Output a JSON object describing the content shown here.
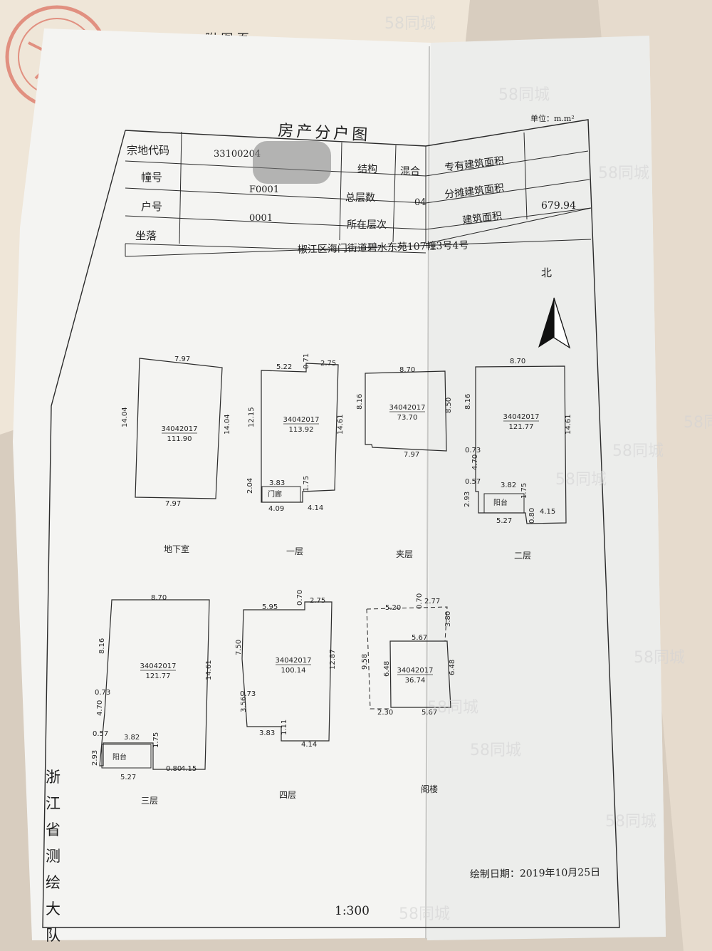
{
  "page_header": "附 图 页",
  "title": "房产分户图",
  "unit": "单位：m.m²",
  "table": {
    "land_code_label": "宗地代码",
    "land_code_value": "33100204",
    "building_label": "幢号",
    "building_value": "F0001",
    "unit_label": "户号",
    "unit_value": "0001",
    "location_label": "坐落",
    "location_value": "椒江区海门街道碧水东苑107幢3号4号",
    "structure_label": "结构",
    "structure_value": "混合",
    "total_floors_label": "总层数",
    "total_floors_value": "04",
    "floor_label": "所在层次",
    "floor_value": "",
    "private_area_label": "专有建筑面积",
    "private_area_value": "",
    "shared_area_label": "分摊建筑面积",
    "shared_area_value": "",
    "building_area_label": "建筑面积",
    "building_area_value": "679.94"
  },
  "north_label": "北",
  "floors": [
    {
      "id": "basement",
      "name": "地下室",
      "code": "34042017",
      "area": "111.90",
      "dims": [
        "7.97",
        "14.04",
        "14.04",
        "7.97"
      ]
    },
    {
      "id": "floor1",
      "name": "一层",
      "code": "34042017",
      "area": "113.92",
      "dims": [
        "5.22",
        "0.71",
        "2.75",
        "12.15",
        "14.61",
        "3.83",
        "2.04",
        "1.75",
        "4.09",
        "4.14"
      ],
      "tag": "门廊"
    },
    {
      "id": "mezzanine",
      "name": "夹层",
      "code": "34042017",
      "area": "73.70",
      "dims": [
        "8.70",
        "8.16",
        "8.50",
        "7.97"
      ]
    },
    {
      "id": "floor2",
      "name": "二层",
      "code": "34042017",
      "area": "121.77",
      "dims": [
        "8.70",
        "8.16",
        "14.61",
        "0.73",
        "4.70",
        "0.57",
        "3.82",
        "1.75",
        "2.93",
        "0.80",
        "4.15",
        "5.27"
      ],
      "tag": "阳台"
    },
    {
      "id": "floor3",
      "name": "三层",
      "code": "34042017",
      "area": "121.77",
      "dims": [
        "8.70",
        "8.16",
        "14.61",
        "0.73",
        "4.70",
        "0.57",
        "3.82",
        "1.75",
        "2.93",
        "0.80",
        "4.15",
        "5.27"
      ],
      "tag": "阳台"
    },
    {
      "id": "floor4",
      "name": "四层",
      "code": "34042017",
      "area": "100.14",
      "dims": [
        "5.95",
        "0.70",
        "2.75",
        "7.50",
        "12.87",
        "0.73",
        "3.56",
        "3.83",
        "1.11",
        "4.14"
      ]
    },
    {
      "id": "attic",
      "name": "阁楼",
      "code": "34042017",
      "area": "36.74",
      "dims": [
        "5.20",
        "0.70",
        "2.77",
        "3.80",
        "5.67",
        "9.58",
        "6.48",
        "6.48",
        "2.30",
        "5.67"
      ]
    }
  ],
  "side_text": "浙江省测绘大队",
  "draw_date": "绘制日期：2019年10月25日",
  "scale": "1:300",
  "watermark": "58同城"
}
